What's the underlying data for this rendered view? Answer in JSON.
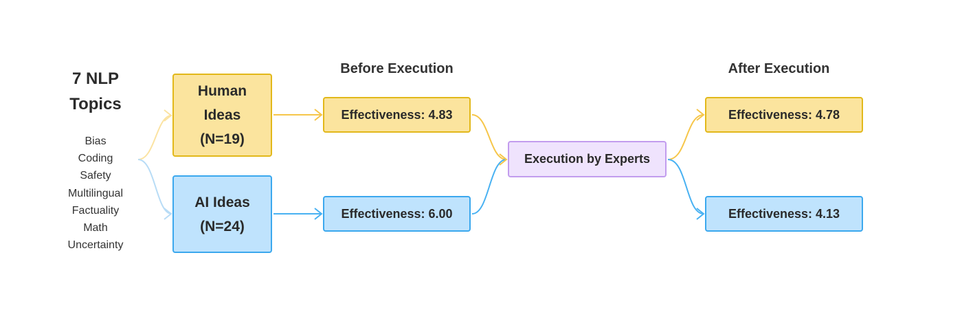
{
  "topics": {
    "title": "7 NLP\nTopics",
    "items": [
      "Bias",
      "Coding",
      "Safety",
      "Multilingual",
      "Factuality",
      "Math",
      "Uncertainty"
    ]
  },
  "headings": {
    "before": "Before Execution",
    "after": "After Execution"
  },
  "ideas": {
    "human": "Human\nIdeas\n(N=19)",
    "ai": "AI Ideas\n(N=24)"
  },
  "before": {
    "human_effectiveness": "Effectiveness: 4.83",
    "ai_effectiveness": "Effectiveness: 6.00"
  },
  "execution": "Execution by Experts",
  "after": {
    "human_effectiveness": "Effectiveness: 4.78",
    "ai_effectiveness": "Effectiveness: 4.13"
  },
  "colors": {
    "human_fill": "#fbe49e",
    "human_stroke": "#e2b81a",
    "human_arrow": "#f6c64a",
    "human_arrow_light": "#fbe3a2",
    "ai_fill": "#bfe3fd",
    "ai_stroke": "#3ba8ee",
    "ai_arrow": "#48b1f2",
    "ai_arrow_light": "#b8dcf6",
    "execution_fill": "#efe3fd",
    "execution_stroke": "#c29cee"
  }
}
